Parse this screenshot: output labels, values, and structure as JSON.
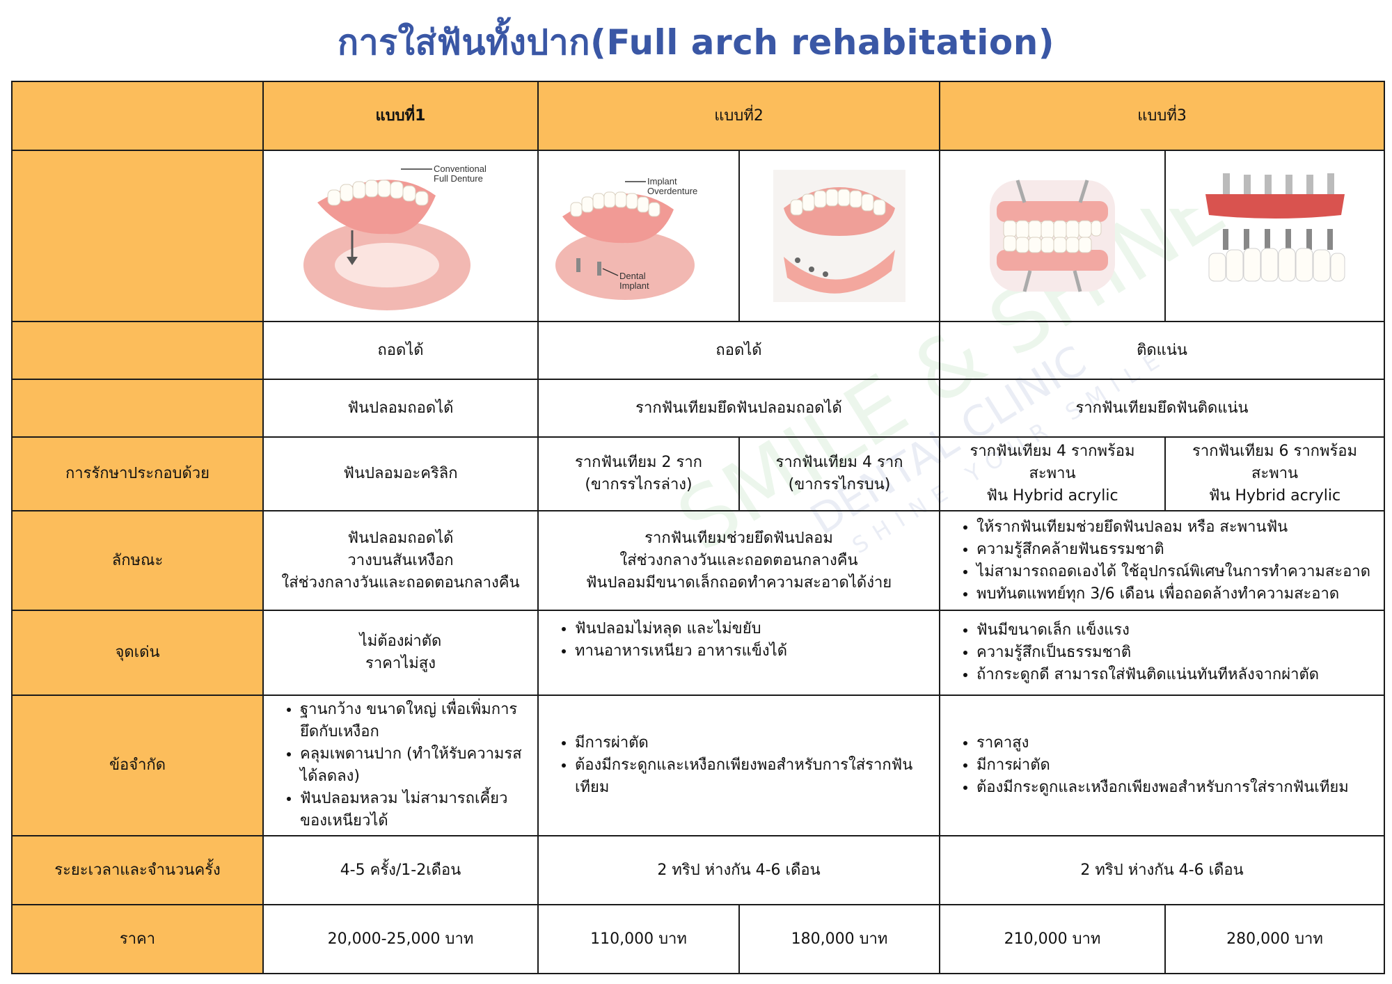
{
  "title": "การใส่ฟันทั้งปาก(Full arch rehabitation)",
  "colors": {
    "header_bg": "#fcbd5b",
    "title": "#3a57a5",
    "border": "#1a1a1a"
  },
  "watermark": {
    "brand": "SMILE & SHINE",
    "sub": "DENTAL CLINIC",
    "tagline": "SHINE YOUR SMILE"
  },
  "header": {
    "type1": "แบบที่1",
    "type2": "แบบที่2",
    "type3": "แบบที่3"
  },
  "images": {
    "img1_caption_1": "Conventional",
    "img1_caption_2": "Full Denture",
    "img2_caption_1": "Implant",
    "img2_caption_2": "Overdenture",
    "img2_caption_3": "Dental",
    "img2_caption_4": "Implant"
  },
  "rows": {
    "removable": {
      "c1": "ถอดได้",
      "c2": "ถอดได้",
      "c3": "ติดแน่น"
    },
    "kind": {
      "c1": "ฟันปลอมถอดได้",
      "c2": "รากฟันเทียมยึดฟันปลอมถอดได้",
      "c3": "รากฟันเทียมยึดฟันติดแน่น"
    },
    "treatment": {
      "label": "การรักษาประกอบด้วย",
      "c1": "ฟันปลอมอะคริลิก",
      "c2a_1": "รากฟันเทียม 2 ราก",
      "c2a_2": "(ขากรรไกรล่าง)",
      "c2b_1": "รากฟันเทียม 4 ราก",
      "c2b_2": "(ขากรรไกรบน)",
      "c3a_1": "รากฟันเทียม 4 รากพร้อมสะพาน",
      "c3a_2": "ฟัน Hybrid acrylic",
      "c3b_1": "รากฟันเทียม 6 รากพร้อมสะพาน",
      "c3b_2": "ฟัน Hybrid acrylic"
    },
    "features": {
      "label": "ลักษณะ",
      "c1": [
        "ฟันปลอมถอดได้",
        "วางบนสันเหงือก",
        "ใส่ช่วงกลางวันและถอดตอนกลางคืน"
      ],
      "c2": [
        "รากฟันเทียมช่วยยึดฟันปลอม",
        "ใส่ช่วงกลางวันและถอดตอนกลางคืน",
        "ฟันปลอมมีขนาดเล็กถอดทำความสะอาดได้ง่าย"
      ],
      "c3": [
        "ให้รากฟันเทียมช่วยยึดฟันปลอม หรือ สะพานฟัน",
        "ความรู้สึกคล้ายฟันธรรมชาติ",
        "ไม่สามารถถอดเองได้ ใช้อุปกรณ์พิเศษในการทำความสะอาด",
        "พบทันตแพทย์ทุก 3/6 เดือน เพื่อถอดล้างทำความสะอาด"
      ]
    },
    "highlights": {
      "label": "จุดเด่น",
      "c1": [
        "ไม่ต้องผ่าตัด",
        "ราคาไม่สูง"
      ],
      "c2": [
        "ฟันปลอมไม่หลุด และไม่ขยับ",
        "ทานอาหารเหนียว อาหารแข็งได้"
      ],
      "c3": [
        "ฟันมีขนาดเล็ก แข็งแรง",
        "ความรู้สึกเป็นธรรมชาติ",
        "ถ้ากระดูกดี สามารถใส่ฟันติดแน่นทันทีหลังจากผ่าตัด"
      ]
    },
    "limitations": {
      "label": "ข้อจำกัด",
      "c1": [
        "ฐานกว้าง ขนาดใหญ่ เพื่อเพิ่มการยึดกับเหงือก",
        "คลุมเพดานปาก (ทำให้รับความรสได้ลดลง)",
        "ฟันปลอมหลวม ไม่สามารถเคี้ยวของเหนียวได้"
      ],
      "c2": [
        "มีการผ่าตัด",
        "ต้องมีกระดูกและเหงือกเพียงพอสำหรับการใส่รากฟันเทียม"
      ],
      "c3": [
        "ราคาสูง",
        "มีการผ่าตัด",
        "ต้องมีกระดูกและเหงือกเพียงพอสำหรับการใส่รากฟันเทียม"
      ]
    },
    "duration": {
      "label": "ระยะเวลาและจำนวนครั้ง",
      "c1": "4-5 ครั้ง/1-2เดือน",
      "c2": "2 ทริป ห่างกัน 4-6 เดือน",
      "c3": "2 ทริป ห่างกัน 4-6 เดือน"
    },
    "price": {
      "label": "ราคา",
      "c1": "20,000-25,000 บาท",
      "c2a": "110,000 บาท",
      "c2b": "180,000 บาท",
      "c3a": "210,000 บาท",
      "c3b": "280,000 บาท"
    }
  }
}
